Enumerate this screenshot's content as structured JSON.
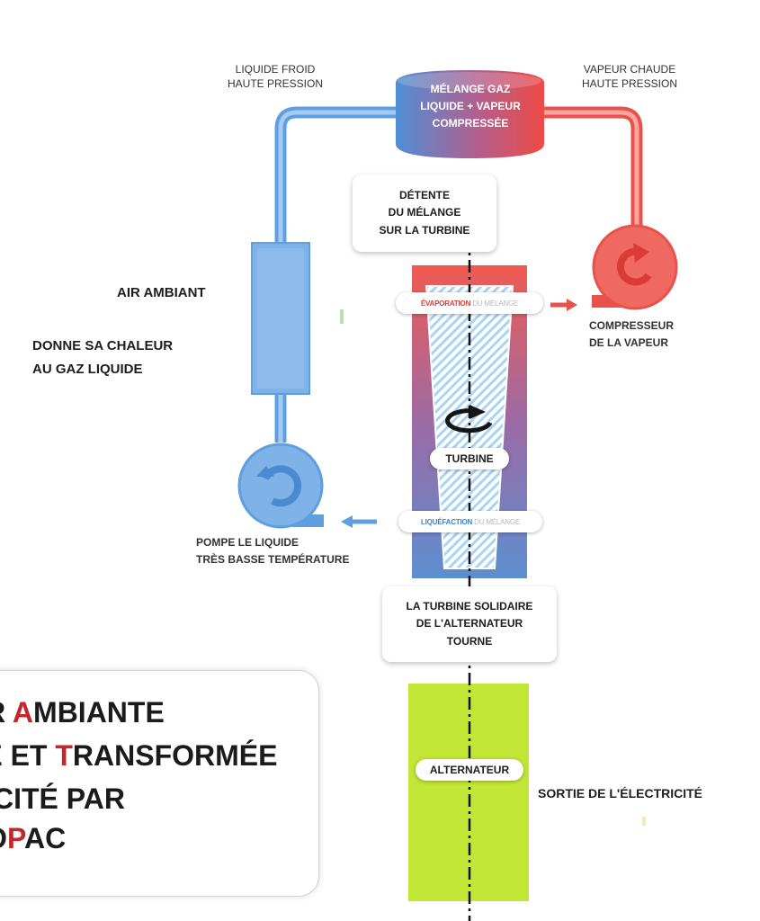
{
  "labels": {
    "cold_liquid_line1": "LIQUIDE FROID",
    "cold_liquid_line2": "HAUTE PRESSION",
    "hot_vapor_line1": "VAPEUR CHAUDE",
    "hot_vapor_line2": "HAUTE PRESSION",
    "mix_line1": "MÉLANGE GAZ",
    "mix_line2": "LIQUIDE + VAPEUR",
    "mix_line3": "COMPRESSÉE",
    "expansion_line1": "DÉTENTE",
    "expansion_line2": "DU MÉLANGE",
    "expansion_line3": "SUR LA TURBINE",
    "ambient_air": "AIR AMBIANT",
    "gives_heat_line1": "DONNE SA CHALEUR",
    "gives_heat_line2": "AU GAZ LIQUIDE",
    "evaporation_main": "ÉVAPORATION",
    "evaporation_rest": "DU MÉLANGE",
    "compressor_line1": "COMPRESSEUR",
    "compressor_line2": "DE LA VAPEUR",
    "turbine": "TURBINE",
    "liquefaction_main": "LIQUÉFACTION",
    "liquefaction_rest": "DU MÉLANGE",
    "pump_line1": "POMPE LE LIQUIDE",
    "pump_line2": "TRÈS BASSE TEMPÉRATURE",
    "solidary_line1": "LA TURBINE SOLIDAIRE",
    "solidary_line2": "DE L'ALTERNATEUR",
    "solidary_line3": "TOURNE",
    "alternator": "ALTERNATEUR",
    "electricity_out": "SORTIE DE L'ÉLECTRICITÉ"
  },
  "title": {
    "line1_pre": "UR ",
    "line1_acc": "A",
    "line1_post": "MBIANTE",
    "line2_pre": "ÉE ET ",
    "line2_acc": "T",
    "line2_post": "RANSFORMÉE",
    "line3": "RICITÉ PAR",
    "line4_pre": "RO",
    "line4_acc": "P",
    "line4_post": "AC"
  },
  "colors": {
    "cold_blue": "#78aee3",
    "hot_red": "#ee5a53",
    "alternator_green": "#c2e635",
    "accent_red": "#c0282c"
  }
}
